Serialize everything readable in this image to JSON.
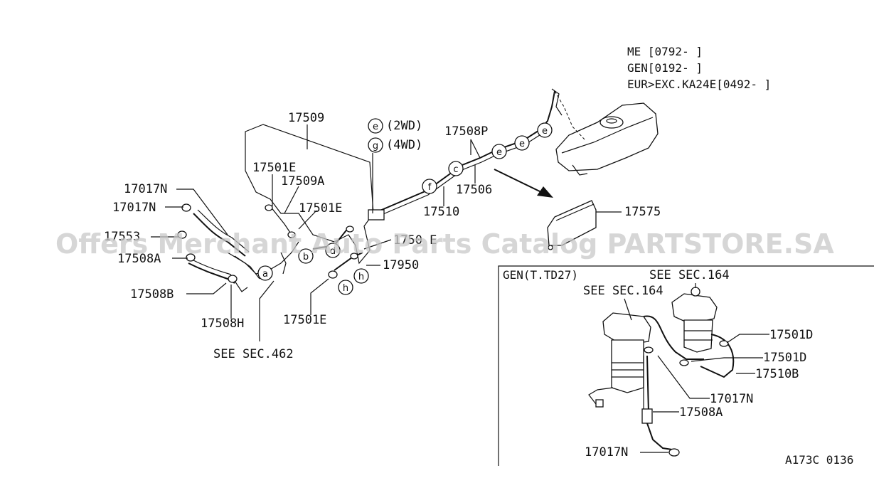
{
  "applicability": [
    "ME [0792-    ]",
    "GEN[0192-    ]",
    "EUR>EXC.KA24E[0492-     ]"
  ],
  "callouts": {
    "p17509": "17509",
    "p17501E_top": "17501E",
    "p17509A": "17509A",
    "p17017N_1": "17017N",
    "p17017N_2": "17017N",
    "p17501E_mid": "17501E",
    "p17553": "17553",
    "p17508A": "17508A",
    "p17508B": "17508B",
    "p17508H": "17508H",
    "p17501E_right": "1750 E",
    "p17950": "17950",
    "p17501E_bot": "17501E",
    "see462": "SEE SEC.462",
    "p17510": "17510",
    "p17506": "17506",
    "p17508P": "17508P",
    "p17575": "17575"
  },
  "legend": {
    "e_letter": "e",
    "e_text": "(2WD)",
    "g_letter": "g",
    "g_text": "(4WD)"
  },
  "clip_letters": {
    "a": "a",
    "b": "b",
    "c": "c",
    "d": "d",
    "e": "e",
    "f": "f",
    "h": "h"
  },
  "inset": {
    "title": "GEN(T.TD27)",
    "see164_a": "SEE SEC.164",
    "see164_b": "SEE SEC.164",
    "p17501D_1": "17501D",
    "p17501D_2": "17501D",
    "p17510B": "17510B",
    "p17017N_a": "17017N",
    "p17508A": "17508A",
    "p17017N_b": "17017N"
  },
  "figure_code": "A173C 0136",
  "watermark": "Offers Merchant Auto Parts Catalog PARTSTORE.SA"
}
